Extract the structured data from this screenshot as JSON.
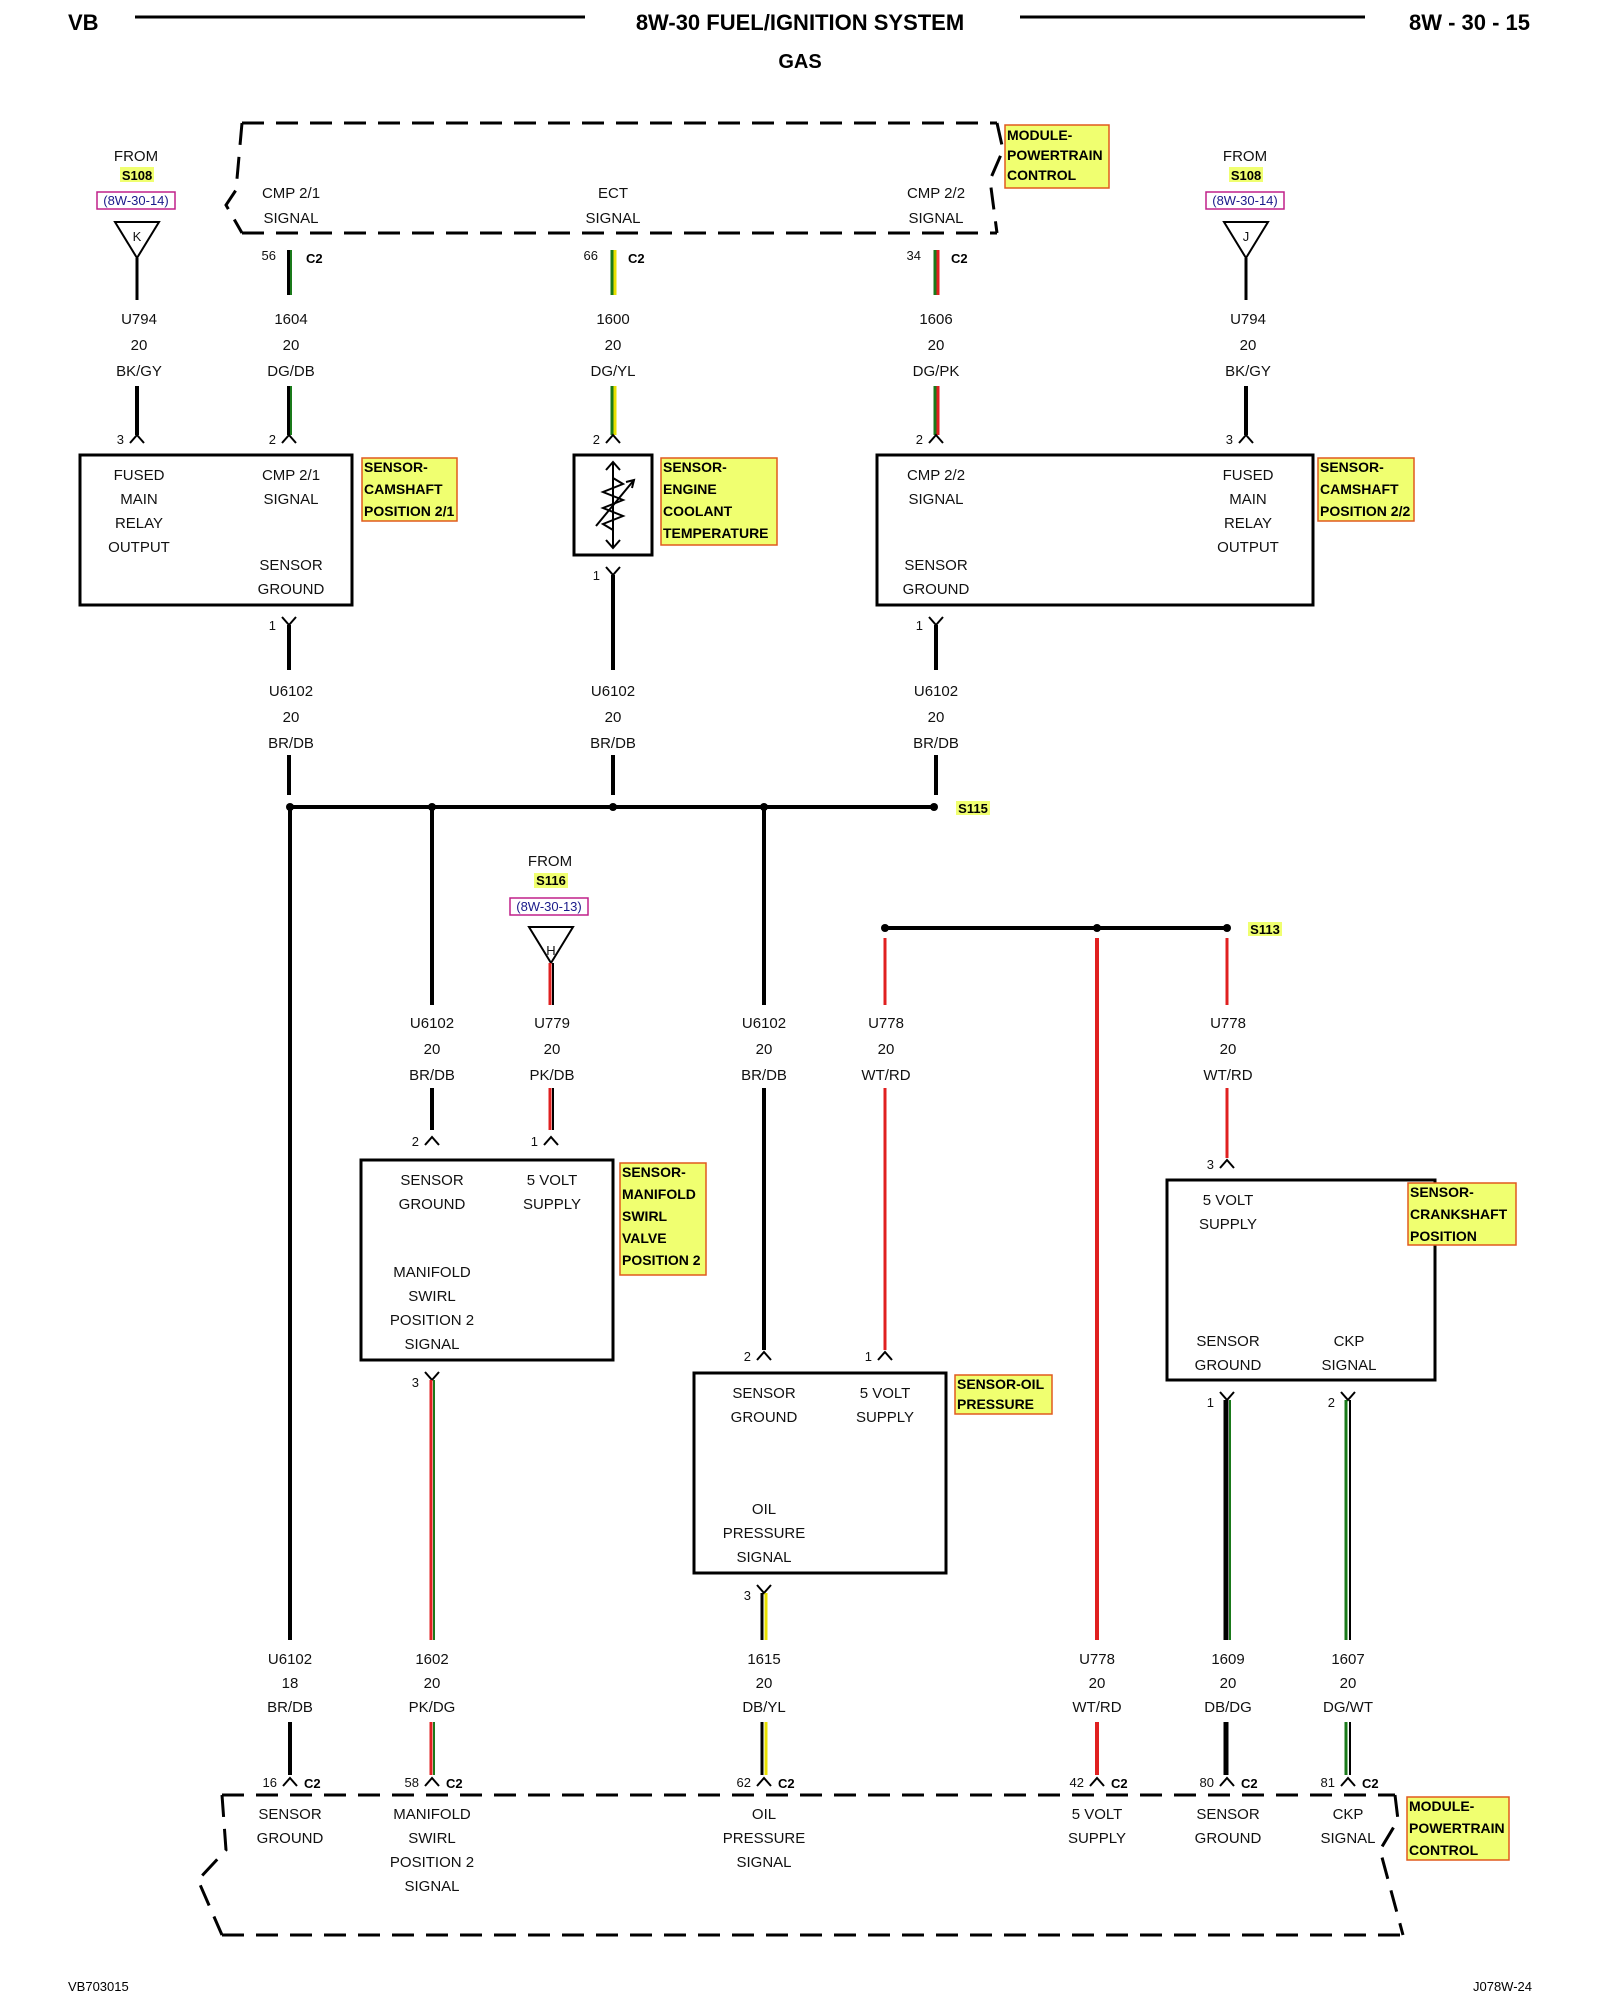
{
  "header": {
    "left": "VB",
    "title": "8W-30 FUEL/IGNITION SYSTEM",
    "subtitle": "GAS",
    "page": "8W - 30 - 15"
  },
  "footer": {
    "left": "VB703015",
    "right": "J078W-24"
  },
  "colors": {
    "highlight": "#f0ff70",
    "highlight_border": "#e05a1e",
    "ref_border": "#c0208a",
    "red_wire": "#e02020",
    "green_wire": "#1a7a1a",
    "yellow_wire": "#e8e000"
  },
  "pcm_top": {
    "tag": [
      "MODULE-",
      "POWERTRAIN",
      "CONTROL"
    ],
    "pins": [
      {
        "name": [
          "CMP 2/1",
          "SIGNAL"
        ],
        "pin": "56",
        "conn": "C2"
      },
      {
        "name": [
          "ECT",
          "SIGNAL"
        ],
        "pin": "66",
        "conn": "C2"
      },
      {
        "name": [
          "CMP 2/2",
          "SIGNAL"
        ],
        "pin": "34",
        "conn": "C2"
      }
    ]
  },
  "splice_refs": {
    "left": {
      "from": "FROM",
      "splice": "S108",
      "ref": "(8W-30-14)",
      "letter": "K"
    },
    "right": {
      "from": "FROM",
      "splice": "S108",
      "ref": "(8W-30-14)",
      "letter": "J"
    },
    "mid": {
      "from": "FROM",
      "splice": "S116",
      "ref": "(8W-30-13)",
      "letter": "H"
    }
  },
  "wires_top": [
    {
      "circuit": "U794",
      "gauge": "20",
      "color": "BK/GY",
      "pin": "3"
    },
    {
      "circuit": "1604",
      "gauge": "20",
      "color": "DG/DB",
      "pin": "2"
    },
    {
      "circuit": "1600",
      "gauge": "20",
      "color": "DG/YL",
      "pin": "2"
    },
    {
      "circuit": "1606",
      "gauge": "20",
      "color": "DG/PK",
      "pin": "2"
    },
    {
      "circuit": "U794",
      "gauge": "20",
      "color": "BK/GY",
      "pin": "3"
    }
  ],
  "cmp21": {
    "tag": [
      "SENSOR-",
      "CAMSHAFT",
      "POSITION 2/1"
    ],
    "fused": [
      "FUSED",
      "MAIN",
      "RELAY",
      "OUTPUT"
    ],
    "signal": [
      "CMP 2/1",
      "SIGNAL"
    ],
    "ground": [
      "SENSOR",
      "GROUND"
    ],
    "bottom_pin": "1"
  },
  "ect": {
    "tag": [
      "SENSOR-",
      "ENGINE",
      "COOLANT",
      "TEMPERATURE"
    ],
    "bottom_pin": "1"
  },
  "cmp22": {
    "tag": [
      "SENSOR-",
      "CAMSHAFT",
      "POSITION 2/2"
    ],
    "signal": [
      "CMP 2/2",
      "SIGNAL"
    ],
    "fused": [
      "FUSED",
      "MAIN",
      "RELAY",
      "OUTPUT"
    ],
    "ground": [
      "SENSOR",
      "GROUND"
    ],
    "bottom_pin": "1"
  },
  "wires_ground": [
    {
      "circuit": "U6102",
      "gauge": "20",
      "color": "BR/DB"
    },
    {
      "circuit": "U6102",
      "gauge": "20",
      "color": "BR/DB"
    },
    {
      "circuit": "U6102",
      "gauge": "20",
      "color": "BR/DB"
    }
  ],
  "splices": {
    "s115": "S115",
    "s113": "S113"
  },
  "wires_mid": [
    {
      "circuit": "U6102",
      "gauge": "20",
      "color": "BR/DB",
      "pin": "2"
    },
    {
      "circuit": "U779",
      "gauge": "20",
      "color": "PK/DB",
      "pin": "1"
    },
    {
      "circuit": "U6102",
      "gauge": "20",
      "color": "BR/DB",
      "pin": "2"
    },
    {
      "circuit": "U778",
      "gauge": "20",
      "color": "WT/RD",
      "pin": "1"
    },
    {
      "circuit": "U778",
      "gauge": "20",
      "color": "WT/RD",
      "pin": "3"
    }
  ],
  "msv": {
    "tag": [
      "SENSOR-",
      "MANIFOLD",
      "SWIRL",
      "VALVE",
      "POSITION 2"
    ],
    "ground": [
      "SENSOR",
      "GROUND"
    ],
    "supply": [
      "5 VOLT",
      "SUPPLY"
    ],
    "signal": [
      "MANIFOLD",
      "SWIRL",
      "POSITION 2",
      "SIGNAL"
    ],
    "bottom_pin": "3"
  },
  "oil": {
    "tag": [
      "SENSOR-OIL",
      "PRESSURE"
    ],
    "ground": [
      "SENSOR",
      "GROUND"
    ],
    "supply": [
      "5 VOLT",
      "SUPPLY"
    ],
    "signal": [
      "OIL",
      "PRESSURE",
      "SIGNAL"
    ],
    "bottom_pin": "3"
  },
  "ckp": {
    "tag": [
      "SENSOR-",
      "CRANKSHAFT",
      "POSITION"
    ],
    "supply": [
      "5 VOLT",
      "SUPPLY"
    ],
    "ground": [
      "SENSOR",
      "GROUND"
    ],
    "signal": [
      "CKP",
      "SIGNAL"
    ],
    "pins": [
      "1",
      "2"
    ]
  },
  "wires_bottom": [
    {
      "circuit": "U6102",
      "gauge": "18",
      "color": "BR/DB"
    },
    {
      "circuit": "1602",
      "gauge": "20",
      "color": "PK/DG"
    },
    {
      "circuit": "1615",
      "gauge": "20",
      "color": "DB/YL"
    },
    {
      "circuit": "U778",
      "gauge": "20",
      "color": "WT/RD"
    },
    {
      "circuit": "1609",
      "gauge": "20",
      "color": "DB/DG"
    },
    {
      "circuit": "1607",
      "gauge": "20",
      "color": "DG/WT"
    }
  ],
  "pcm_bottom": {
    "tag": [
      "MODULE-",
      "POWERTRAIN",
      "CONTROL"
    ],
    "pins": [
      {
        "pin": "16",
        "conn": "C2",
        "name": [
          "SENSOR",
          "GROUND"
        ]
      },
      {
        "pin": "58",
        "conn": "C2",
        "name": [
          "MANIFOLD",
          "SWIRL",
          "POSITION 2",
          "SIGNAL"
        ]
      },
      {
        "pin": "62",
        "conn": "C2",
        "name": [
          "OIL",
          "PRESSURE",
          "SIGNAL"
        ]
      },
      {
        "pin": "42",
        "conn": "C2",
        "name": [
          "5 VOLT",
          "SUPPLY"
        ]
      },
      {
        "pin": "80",
        "conn": "C2",
        "name": [
          "SENSOR",
          "GROUND"
        ]
      },
      {
        "pin": "81",
        "conn": "C2",
        "name": [
          "CKP",
          "SIGNAL"
        ]
      }
    ]
  }
}
